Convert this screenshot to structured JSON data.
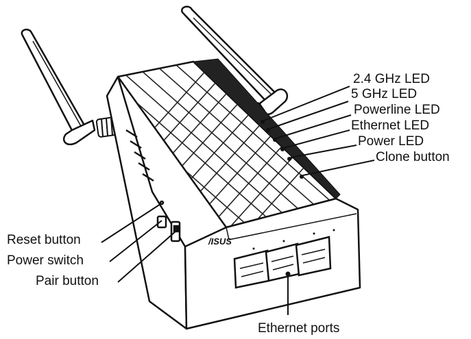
{
  "brand_logo": "/ISUS",
  "callouts": {
    "ghz24_led": "2.4 GHz LED",
    "ghz5_led": "5 GHz LED",
    "powerline_led": "Powerline LED",
    "ethernet_led": "Ethernet LED",
    "power_led": "Power LED",
    "clone_button": "Clone button",
    "reset_button": "Reset button",
    "power_switch": "Power switch",
    "pair_button": "Pair button",
    "ethernet_ports": "Ethernet ports"
  },
  "colors": {
    "line": "#111111",
    "background": "#ffffff",
    "device": "#ffffff",
    "shadow": "#cccccc"
  }
}
